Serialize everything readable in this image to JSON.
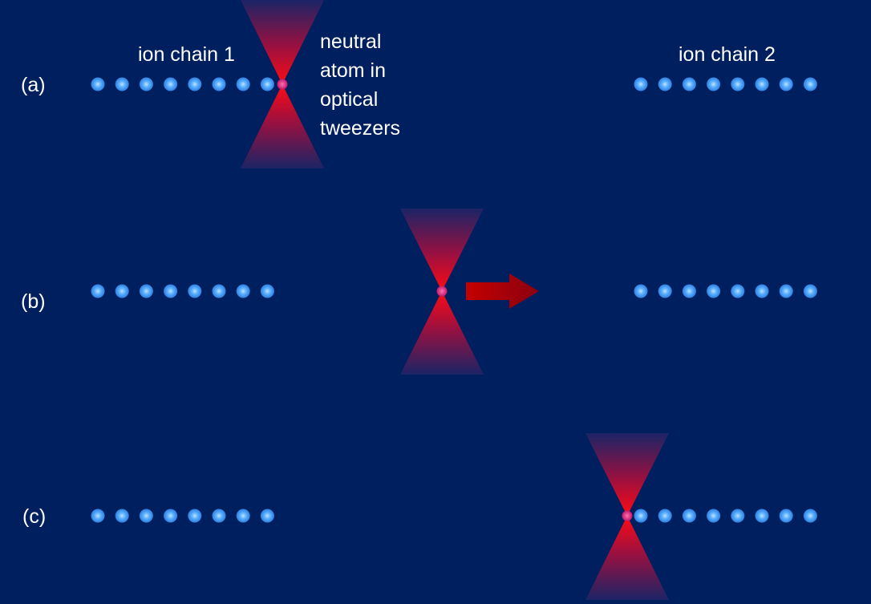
{
  "labels": {
    "ion_chain_1": "ion chain 1",
    "ion_chain_2": "ion chain 2",
    "atom_line1": "neutral",
    "atom_line2": "atom in",
    "atom_line3": "optical",
    "atom_line4": "tweezers"
  },
  "panels": [
    {
      "id": "a",
      "label": "(a)",
      "atom_position": "end of ion chain 1",
      "arrow": false
    },
    {
      "id": "b",
      "label": "(b)",
      "atom_position": "between chains",
      "arrow": true
    },
    {
      "id": "c",
      "label": "(c)",
      "atom_position": "start of ion chain 2",
      "arrow": false
    }
  ],
  "ions_per_chain": 8,
  "colors": {
    "background": "#001f5f",
    "ion": "#4aa3ff",
    "tweezer": "#ff0000",
    "arrow": "#c00000",
    "text": "#ffffff"
  }
}
